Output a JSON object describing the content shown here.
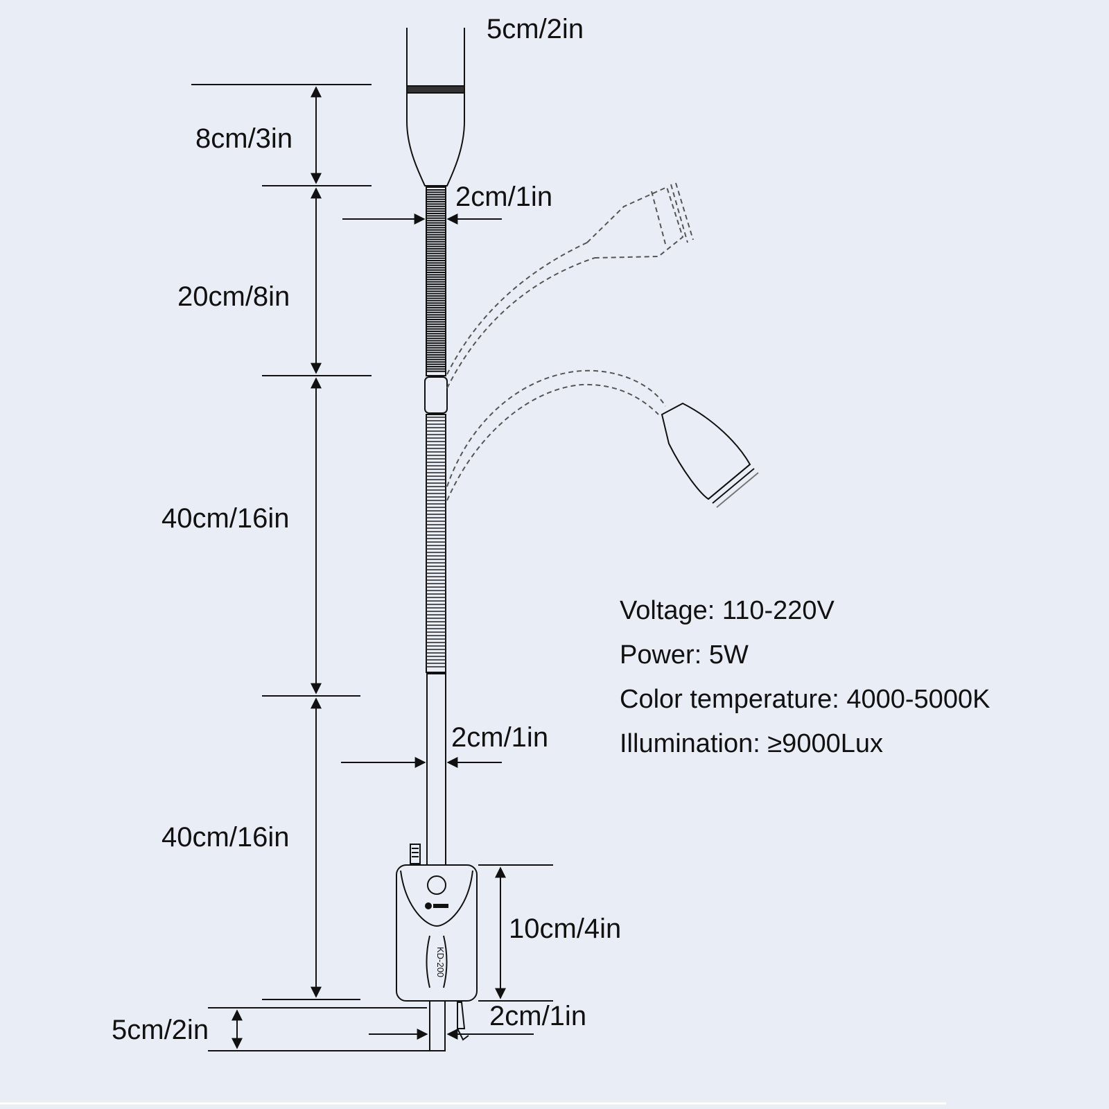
{
  "dimensions": {
    "head_width": "5cm/2in",
    "head_length": "8cm/3in",
    "upper_gooseneck_diameter": "2cm/1in",
    "upper_gooseneck_length": "20cm/8in",
    "middle_gooseneck_length": "40cm/16in",
    "lower_arm_diameter": "2cm/1in",
    "lower_arm_length": "40cm/16in",
    "base_box_height": "10cm/4in",
    "mount_stem_length": "5cm/2in",
    "mount_stem_diameter": "2cm/1in"
  },
  "specs": [
    {
      "label": "Voltage: 110-220V"
    },
    {
      "label": "Power: 5W"
    },
    {
      "label": "Color temperature: 4000-5000K"
    },
    {
      "label": "Illumination: ≥9000Lux"
    }
  ],
  "box_label": "KD-200",
  "colors": {
    "background": "#e9edf5",
    "line": "#111111",
    "dashed": "#555555"
  }
}
